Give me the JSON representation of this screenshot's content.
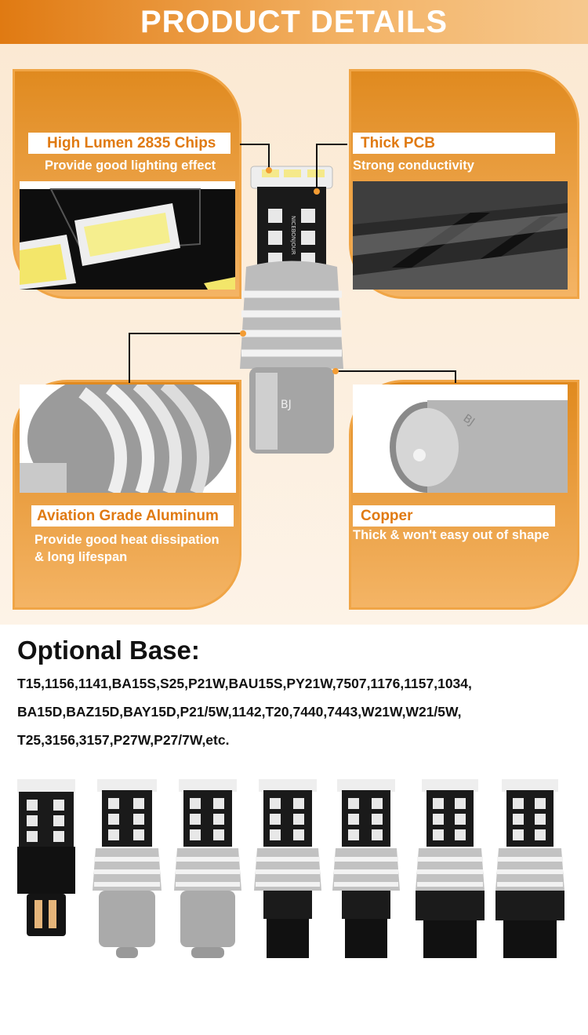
{
  "header": {
    "title": "PRODUCT DETAILS"
  },
  "features": [
    {
      "title": "High Lumen 2835 Chips",
      "desc": "Provide good lighting effect"
    },
    {
      "title": "Thick PCB",
      "desc": "Strong conductivity"
    },
    {
      "title": "Aviation Grade Aluminum",
      "desc_line1": "Provide good heat dissipation",
      "desc_line2": "& long lifespan"
    },
    {
      "title": "Copper",
      "desc": "Thick & won't easy out of shape"
    }
  ],
  "bulb_marks": {
    "brand": "NICEBONJOUR",
    "base_mark": "BJ"
  },
  "optional_base": {
    "title": "Optional Base:",
    "line1": "T15,1156,1141,BA15S,S25,P21W,BAU15S,PY21W,7507,1176,1157,1034,",
    "line2": "BA15D,BAZ15D,BAY15D,P21/5W,1142,T20,7440,7443,W21W,W21/5W,",
    "line3": "T25,3156,3157,P27W,P27/7W,etc."
  },
  "colors": {
    "accent": "#e07a12",
    "panel_light": "#f4b465",
    "text": "#111111",
    "white": "#ffffff"
  }
}
